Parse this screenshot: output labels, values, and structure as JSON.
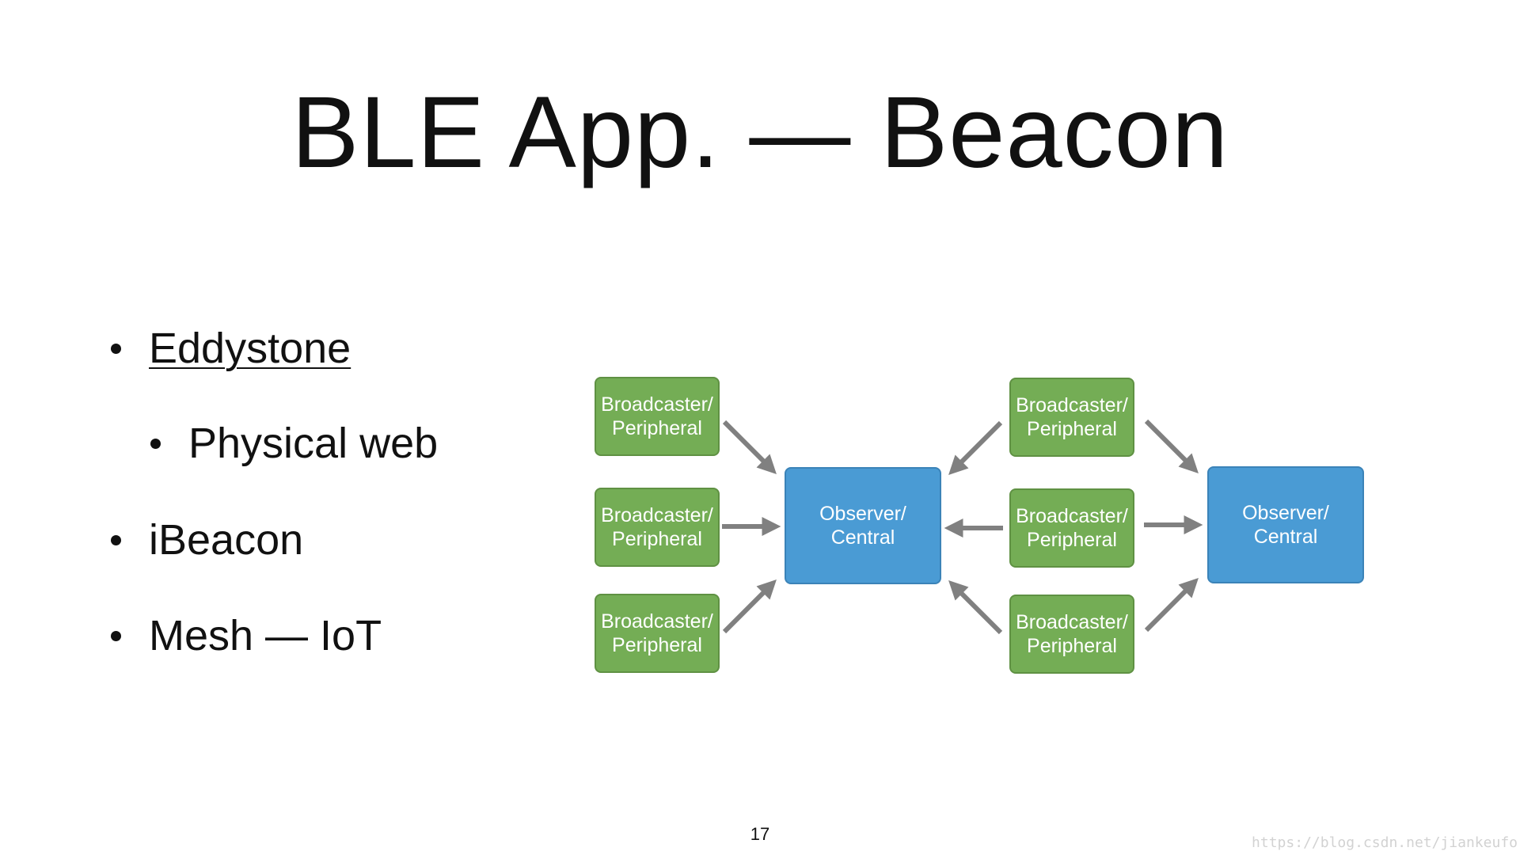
{
  "slide": {
    "title": "BLE App. — Beacon",
    "page_number": "17"
  },
  "bullets": [
    {
      "text": "Eddystone",
      "level": 1,
      "is_link": true
    },
    {
      "text": "Physical web",
      "level": 2,
      "is_link": false
    },
    {
      "text": "iBeacon",
      "level": 1,
      "is_link": false
    },
    {
      "text": "Mesh — IoT",
      "level": 1,
      "is_link": false
    }
  ],
  "diagram": {
    "broadcaster_label": "Broadcaster/\nPeripheral",
    "observer_label": "Observer/\nCentral",
    "nodes": [
      {
        "id": "bp-left-1",
        "label": "Broadcaster/\nPeripheral",
        "type": "broadcaster"
      },
      {
        "id": "bp-left-2",
        "label": "Broadcaster/\nPeripheral",
        "type": "broadcaster"
      },
      {
        "id": "bp-left-3",
        "label": "Broadcaster/\nPeripheral",
        "type": "broadcaster"
      },
      {
        "id": "oc-1",
        "label": "Observer/\nCentral",
        "type": "observer"
      },
      {
        "id": "bp-right-1",
        "label": "Broadcaster/\nPeripheral",
        "type": "broadcaster"
      },
      {
        "id": "bp-right-2",
        "label": "Broadcaster/\nPeripheral",
        "type": "broadcaster"
      },
      {
        "id": "bp-right-3",
        "label": "Broadcaster/\nPeripheral",
        "type": "broadcaster"
      },
      {
        "id": "oc-2",
        "label": "Observer/\nCentral",
        "type": "observer"
      }
    ],
    "edges": [
      {
        "from": "bp-left-1",
        "to": "oc-1"
      },
      {
        "from": "bp-left-2",
        "to": "oc-1"
      },
      {
        "from": "bp-left-3",
        "to": "oc-1"
      },
      {
        "from": "bp-right-1",
        "to": "oc-1"
      },
      {
        "from": "bp-right-2",
        "to": "oc-1"
      },
      {
        "from": "bp-right-3",
        "to": "oc-1"
      },
      {
        "from": "bp-right-1",
        "to": "oc-2"
      },
      {
        "from": "bp-right-2",
        "to": "oc-2"
      },
      {
        "from": "bp-right-3",
        "to": "oc-2"
      }
    ],
    "colors": {
      "broadcaster": "#74ad55",
      "observer": "#4a9bd4",
      "arrow": "#808080"
    }
  },
  "watermark": "https://blog.csdn.net/jiankeufo"
}
